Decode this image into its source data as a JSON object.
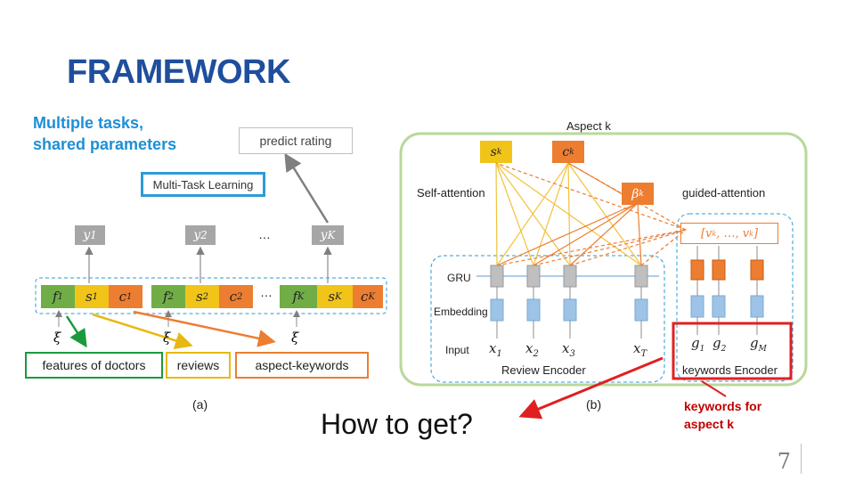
{
  "slide": {
    "title": "FRAMEWORK",
    "subtitle_line1": "Multiple tasks,",
    "subtitle_line2": "shared parameters",
    "page_number": "7"
  },
  "left_diagram": {
    "predict_rating": "predict rating",
    "mtl_label": "Multi-Task Learning",
    "y_outputs": [
      "y",
      "y",
      "y"
    ],
    "y_sups": [
      "1",
      "2",
      "K"
    ],
    "ellipsis": "…",
    "features": [
      "f",
      "s",
      "c"
    ],
    "feature_sups": [
      "1",
      "2",
      "K"
    ],
    "xi": "ξ",
    "caption": "(a)",
    "input_labels": {
      "doctors": "features of doctors",
      "reviews": "reviews",
      "aspect_keywords": "aspect-keywords"
    }
  },
  "right_diagram": {
    "aspect_label": "Aspect k",
    "s_k": "s",
    "c_k": "c",
    "beta_k": "β",
    "k_sup": "k",
    "self_attention": "Self-attention",
    "guided_attention": "guided-attention",
    "v_vector": "[v",
    "gru": "GRU",
    "embedding": "Embedding",
    "input": "Input",
    "x_labels": [
      "x",
      "x",
      "x",
      "x"
    ],
    "x_subs": [
      "1",
      "2",
      "3",
      "T"
    ],
    "g_labels": [
      "g",
      "g",
      "g"
    ],
    "g_subs": [
      "1",
      "2",
      "M"
    ],
    "review_encoder": "Review Encoder",
    "keywords_encoder": "keywords Encoder",
    "caption": "(b)"
  },
  "annotations": {
    "question": "How to get?",
    "keywords_for_line1": "keywords for",
    "keywords_for_line2": "aspect k"
  },
  "colors": {
    "title": "#1f4e9c",
    "subtitle": "#1e8fd6",
    "green": "#70ad47",
    "yellow": "#e8b812",
    "orange": "#ed7d31",
    "blue_border": "#2e9bd6",
    "red": "#e02020",
    "gray": "#a6a6a6"
  }
}
